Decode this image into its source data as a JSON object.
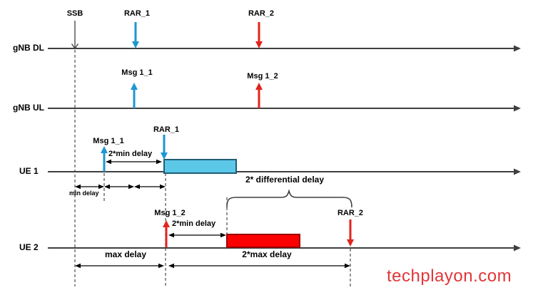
{
  "colors": {
    "line": "#3F3F3F",
    "dash": "#595959",
    "text": "#000000",
    "blue": "#1E96D2",
    "cyan_fill": "#5BC8E8",
    "cyan_border": "#1F5D75",
    "red": "#E2231E",
    "red_fill": "#FB0000",
    "red_border": "#9A0000",
    "watermark": "#E0373A"
  },
  "lanes": {
    "gnb_dl": "gNB DL",
    "gnb_ul": "gNB UL",
    "ue1": "UE 1",
    "ue2": "UE 2"
  },
  "events": {
    "ssb": "SSB",
    "rar_1": "RAR_1",
    "rar_2": "RAR_2",
    "msg_1_1": "Msg 1_1",
    "msg_1_2": "Msg 1_2"
  },
  "annotations": {
    "min_delay": "min delay",
    "two_min_delay": "2*min delay",
    "max_delay": "max delay",
    "two_max_delay": "2*max delay",
    "two_diff_delay": "2* differential delay"
  },
  "watermark": "techplayon.com"
}
